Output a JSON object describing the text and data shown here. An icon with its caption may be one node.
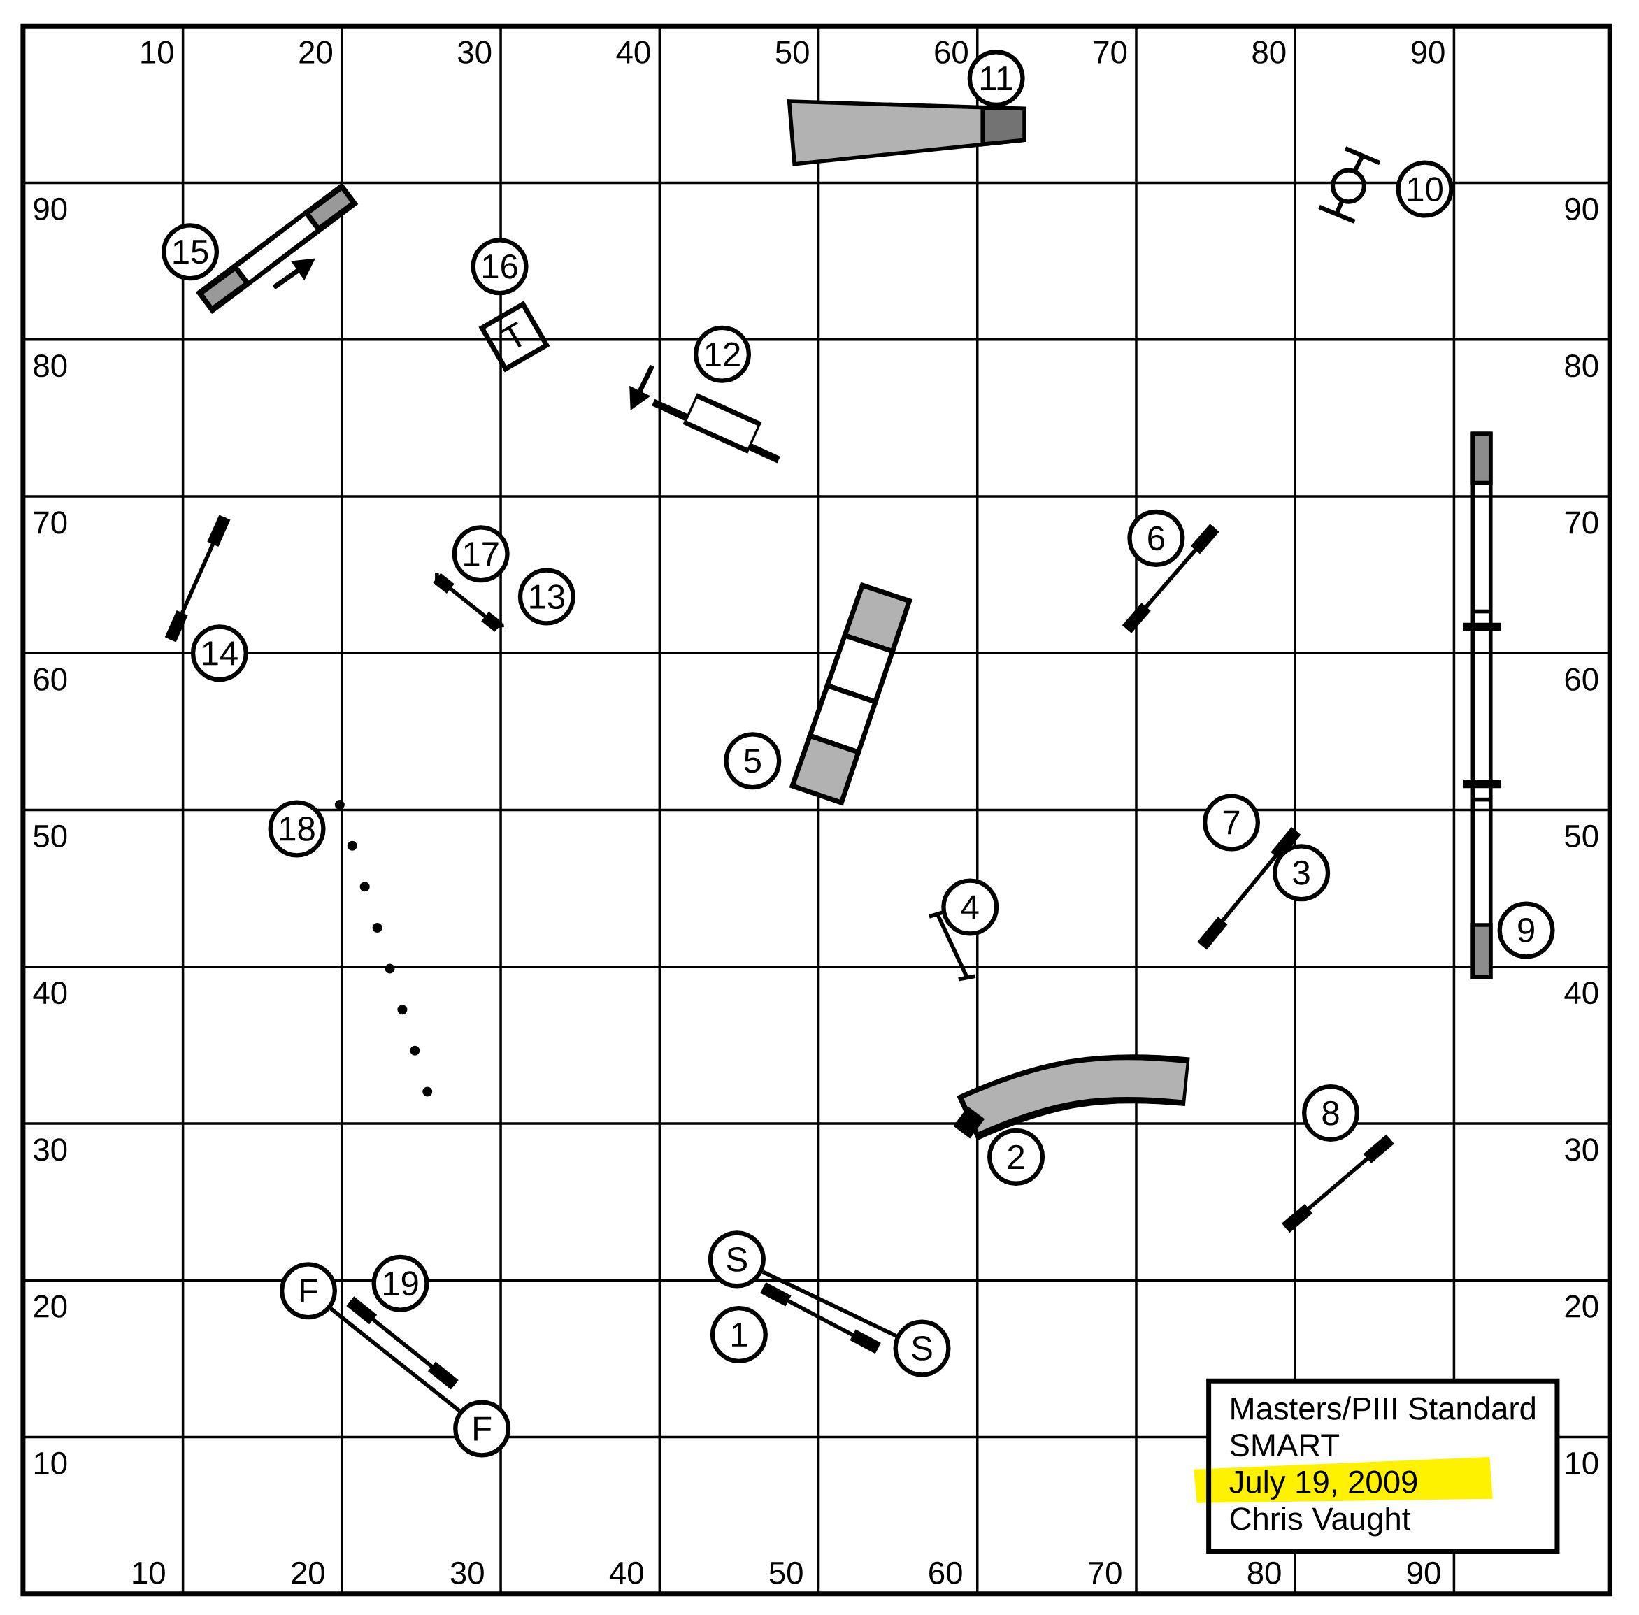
{
  "diagram": {
    "nodes": [
      {
        "text": [
          "1"
        ]
      },
      {
        "text": [
          "2"
        ]
      },
      {
        "text": [
          "3"
        ]
      },
      {
        "text": [
          "4"
        ]
      },
      {
        "text": [
          "5"
        ]
      },
      {
        "text": [
          "6"
        ]
      },
      {
        "text": [
          "7"
        ]
      },
      {
        "text": [
          "8"
        ]
      },
      {
        "text": [
          "9"
        ]
      },
      {
        "text": [
          "10"
        ]
      },
      {
        "text": [
          "11"
        ]
      },
      {
        "text": [
          "12"
        ]
      },
      {
        "text": [
          "13"
        ]
      },
      {
        "text": [
          "14"
        ]
      },
      {
        "text": [
          "15"
        ]
      },
      {
        "text": [
          "16"
        ]
      },
      {
        "text": [
          "17"
        ]
      },
      {
        "text": [
          "18"
        ]
      },
      {
        "text": [
          "19"
        ]
      },
      {
        "text": [
          "S"
        ]
      },
      {
        "text": [
          "S"
        ]
      },
      {
        "text": [
          "F"
        ]
      },
      {
        "text": [
          "F"
        ]
      },
      {
        "text": [
          "T"
        ]
      },
      {
        "text": [
          "Masters/PIII Standard",
          "SMART",
          "July 19, 2009",
          "Chris Vaught"
        ]
      }
    ],
    "edges": [
      {
        "from": 19,
        "to": 20,
        "arrow": "none"
      },
      {
        "from": 21,
        "to": 22,
        "arrow": "none"
      }
    ],
    "labels": [
      "10",
      "20",
      "30",
      "40",
      "50",
      "60",
      "70",
      "80",
      "90",
      "90",
      "90",
      "80",
      "80",
      "70",
      "70",
      "60",
      "60",
      "50",
      "50",
      "40",
      "40",
      "30",
      "30",
      "20",
      "20",
      "10",
      "10",
      "10",
      "20",
      "30",
      "40",
      "50",
      "60",
      "70",
      "80",
      "90"
    ]
  }
}
